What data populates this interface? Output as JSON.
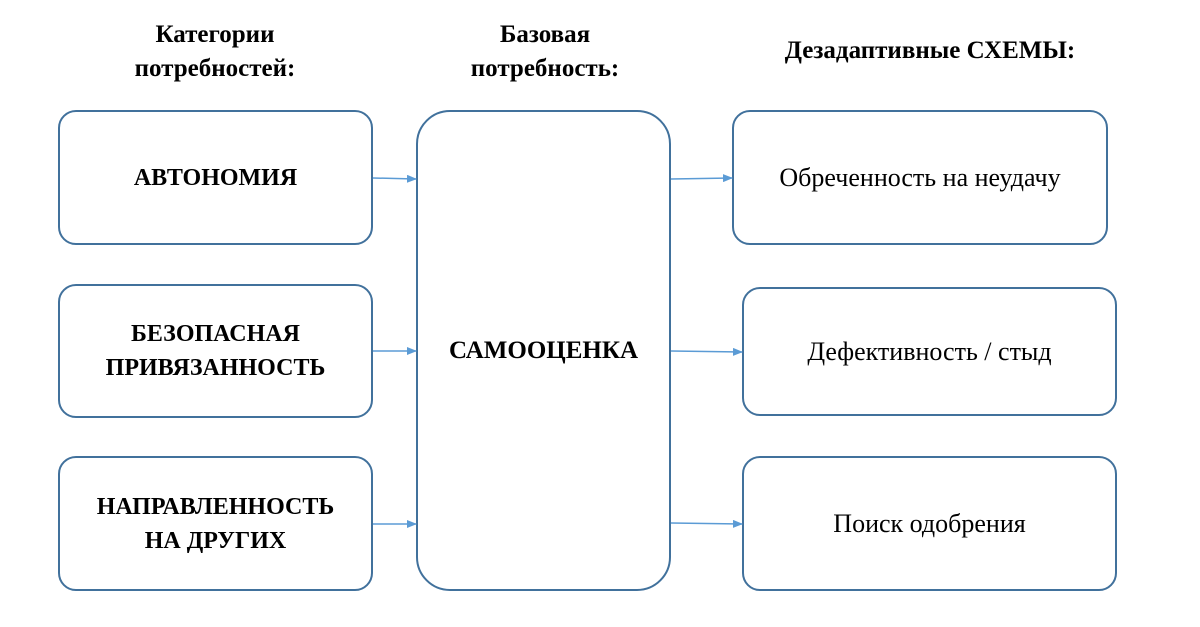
{
  "headings": {
    "categories": "Категории\nпотребностей:",
    "base_need": "Базовая\nпотребность:",
    "schemas": "Дезадаптивные СХЕМЫ:"
  },
  "categories": [
    "АВТОНОМИЯ",
    "БЕЗОПАСНАЯ\nПРИВЯЗАННОСТЬ",
    "НАПРАВЛЕННОСТЬ\nНА ДРУГИХ"
  ],
  "base_need": "САМООЦЕНКА",
  "schemas": [
    "Обреченность на неудачу",
    "Дефективность / стыд",
    "Поиск одобрения"
  ],
  "colors": {
    "box_border": "#41719c",
    "arrow": "#5b9bd5",
    "text": "#000000",
    "background": "#ffffff"
  }
}
